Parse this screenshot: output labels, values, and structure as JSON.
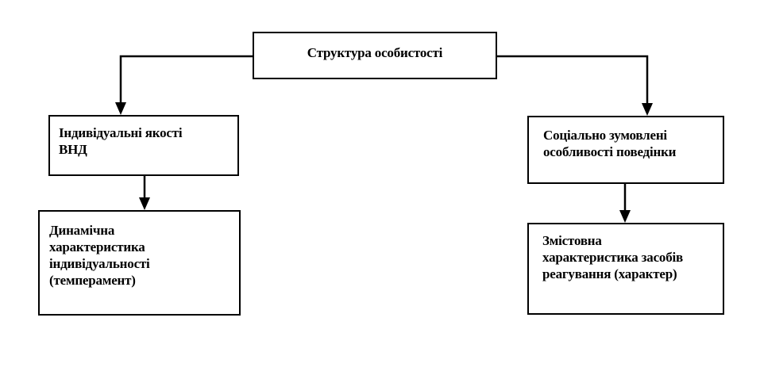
{
  "diagram": {
    "root": {
      "label": "Структура особистості"
    },
    "left": {
      "level1": {
        "label": "Індивідуальні якості\nВНД"
      },
      "level2": {
        "label": "Динамічна\nхарактеристика\nіндивідуальності\n(темперамент)"
      }
    },
    "right": {
      "level1": {
        "label": "Соціально зумовлені\nособливості поведінки"
      },
      "level2": {
        "label": "Змістовна\nхарактеристика засобів\nреагування (характер)"
      }
    },
    "colors": {
      "line": "#000000",
      "background": "#ffffff"
    }
  }
}
